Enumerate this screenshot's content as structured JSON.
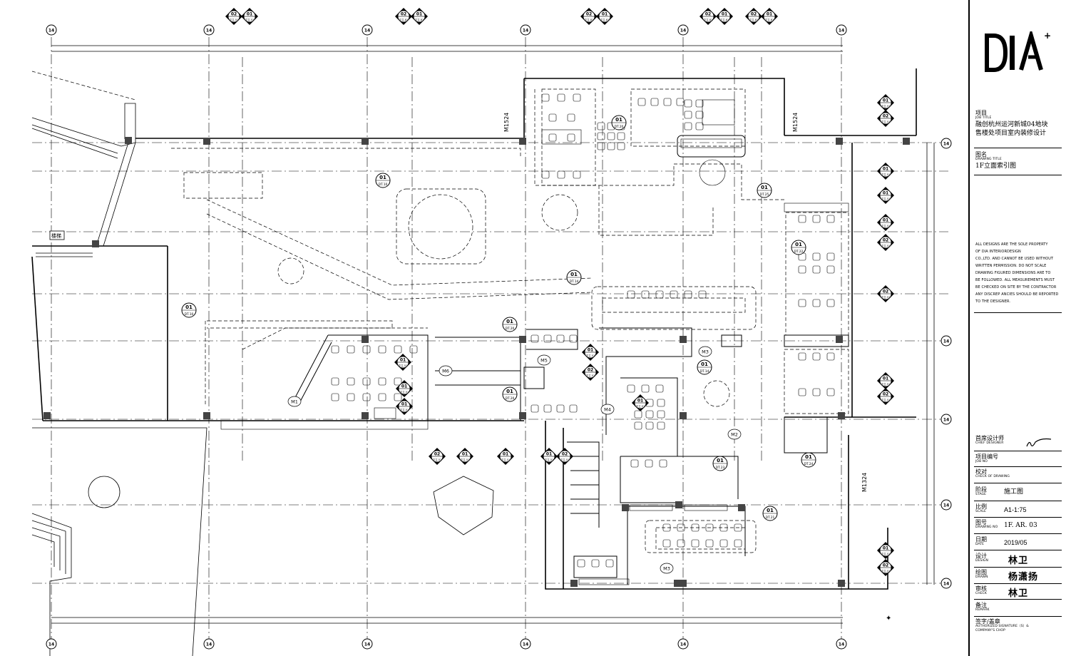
{
  "plan": {
    "grid_bubbles": [
      "14",
      "14",
      "14",
      "14",
      "14",
      "14"
    ],
    "grid_right": [
      "14",
      "14",
      "14",
      "14",
      "14"
    ],
    "elevation_markers": [
      {
        "top": "02",
        "bottom": "平立.51"
      },
      {
        "top": "01",
        "bottom": "平立.51"
      },
      {
        "top": "02",
        "bottom": "平立.81"
      },
      {
        "top": "01",
        "bottom": "平立.81"
      },
      {
        "top": "02",
        "bottom": "平立.81"
      },
      {
        "top": "01",
        "bottom": "平立.81"
      },
      {
        "top": "02",
        "bottom": "平立.81"
      },
      {
        "top": "01",
        "bottom": "平立.81"
      },
      {
        "top": "02",
        "bottom": "平立.81"
      },
      {
        "top": "01",
        "bottom": "平立.81"
      }
    ],
    "detail_tags": [
      {
        "top": "01",
        "bottom": "DT.10"
      },
      {
        "top": "01",
        "bottom": "DT.14"
      },
      {
        "top": "01",
        "bottom": "DT.10"
      },
      {
        "top": "01",
        "bottom": "DT.20"
      },
      {
        "top": "01",
        "bottom": "DT.20"
      },
      {
        "top": "01",
        "bottom": "DT.20"
      },
      {
        "top": "01",
        "bottom": "DT.21"
      },
      {
        "top": "01",
        "bottom": "DT.22"
      },
      {
        "top": "01",
        "bottom": "DT.23"
      },
      {
        "top": "01",
        "bottom": "DT.24"
      },
      {
        "top": "01",
        "bottom": "DT.25"
      },
      {
        "top": "01",
        "bottom": "DT.14"
      }
    ],
    "door_tags": [
      "M1",
      "M2",
      "M3",
      "M3",
      "M4",
      "M5",
      "M6"
    ],
    "vertical_labels": [
      "M1524",
      "M1524",
      "M1324"
    ],
    "side_label": "楼梯"
  },
  "titleblock": {
    "logo": "DIA+",
    "job_title_cn": "项目",
    "job_title_en": "JOB TITLE",
    "job_title_line1": "融创杭州运河新城04地块",
    "job_title_line2": "售楼处项目室内装修设计",
    "drawing_title_cn": "图名",
    "drawing_title_en": "DRAWING TITLE",
    "drawing_title": "1F立面索引图",
    "notes": [
      "ALL  DESIGNS  ARE THE SOLE  PROPERTY",
      "OF  DIA  INTERIORDESIGN",
      " CO.,LTD. AND  CANNOT  BE USED WITHOUT",
      "WRITTEN  PERMISSION.  DO  NOT  SCALE",
      "DRAWING  FIGURED DIMENSIONS  ARE  TO",
      "BE FOLLOWED. ALL  MEASUREMENTS MUST",
      "BE CHECKED ON SITE BY THE CONTRACTOR",
      "ANY DISCREP ANCIES SHOULD BE REPORTED",
      "TO THE DESIGNER."
    ],
    "chief_designer_cn": "首席设计师",
    "chief_designer_en": "CHIEF DESIGNER",
    "job_no_cn": "项目编号",
    "job_no_en": "JOB NO",
    "check_cn": "校对",
    "check_en": "CHECK OF DRAWING",
    "stage_cn": "阶段",
    "stage_en": "STAGE",
    "stage_value": "施工图",
    "scale_cn": "比例",
    "scale_en": "SCALE",
    "scale_value": "A1-1:75",
    "drawing_no_cn": "图号",
    "drawing_no_en": "DRAWING NO",
    "drawing_no_value": "1F. AR. 03",
    "date_cn": "日期",
    "date_en": "DATE",
    "date_value": "2019/05",
    "design_cn": "设计",
    "design_en": "DESIGN",
    "design_value": "林卫",
    "drawn_cn": "绘图",
    "drawn_en": "DRAWN",
    "drawn_value": "杨潇扬",
    "checkby_cn": "审核",
    "checkby_en": "CHECK",
    "checkby_value": "林卫",
    "remark_cn": "备注",
    "remark_en": "REMARK",
    "sign_cn": "签字/盖章",
    "sign_en1": "AUTHORIZED  SIGNATURE（S）&",
    "sign_en2": "COMPANY'S CHOP"
  }
}
